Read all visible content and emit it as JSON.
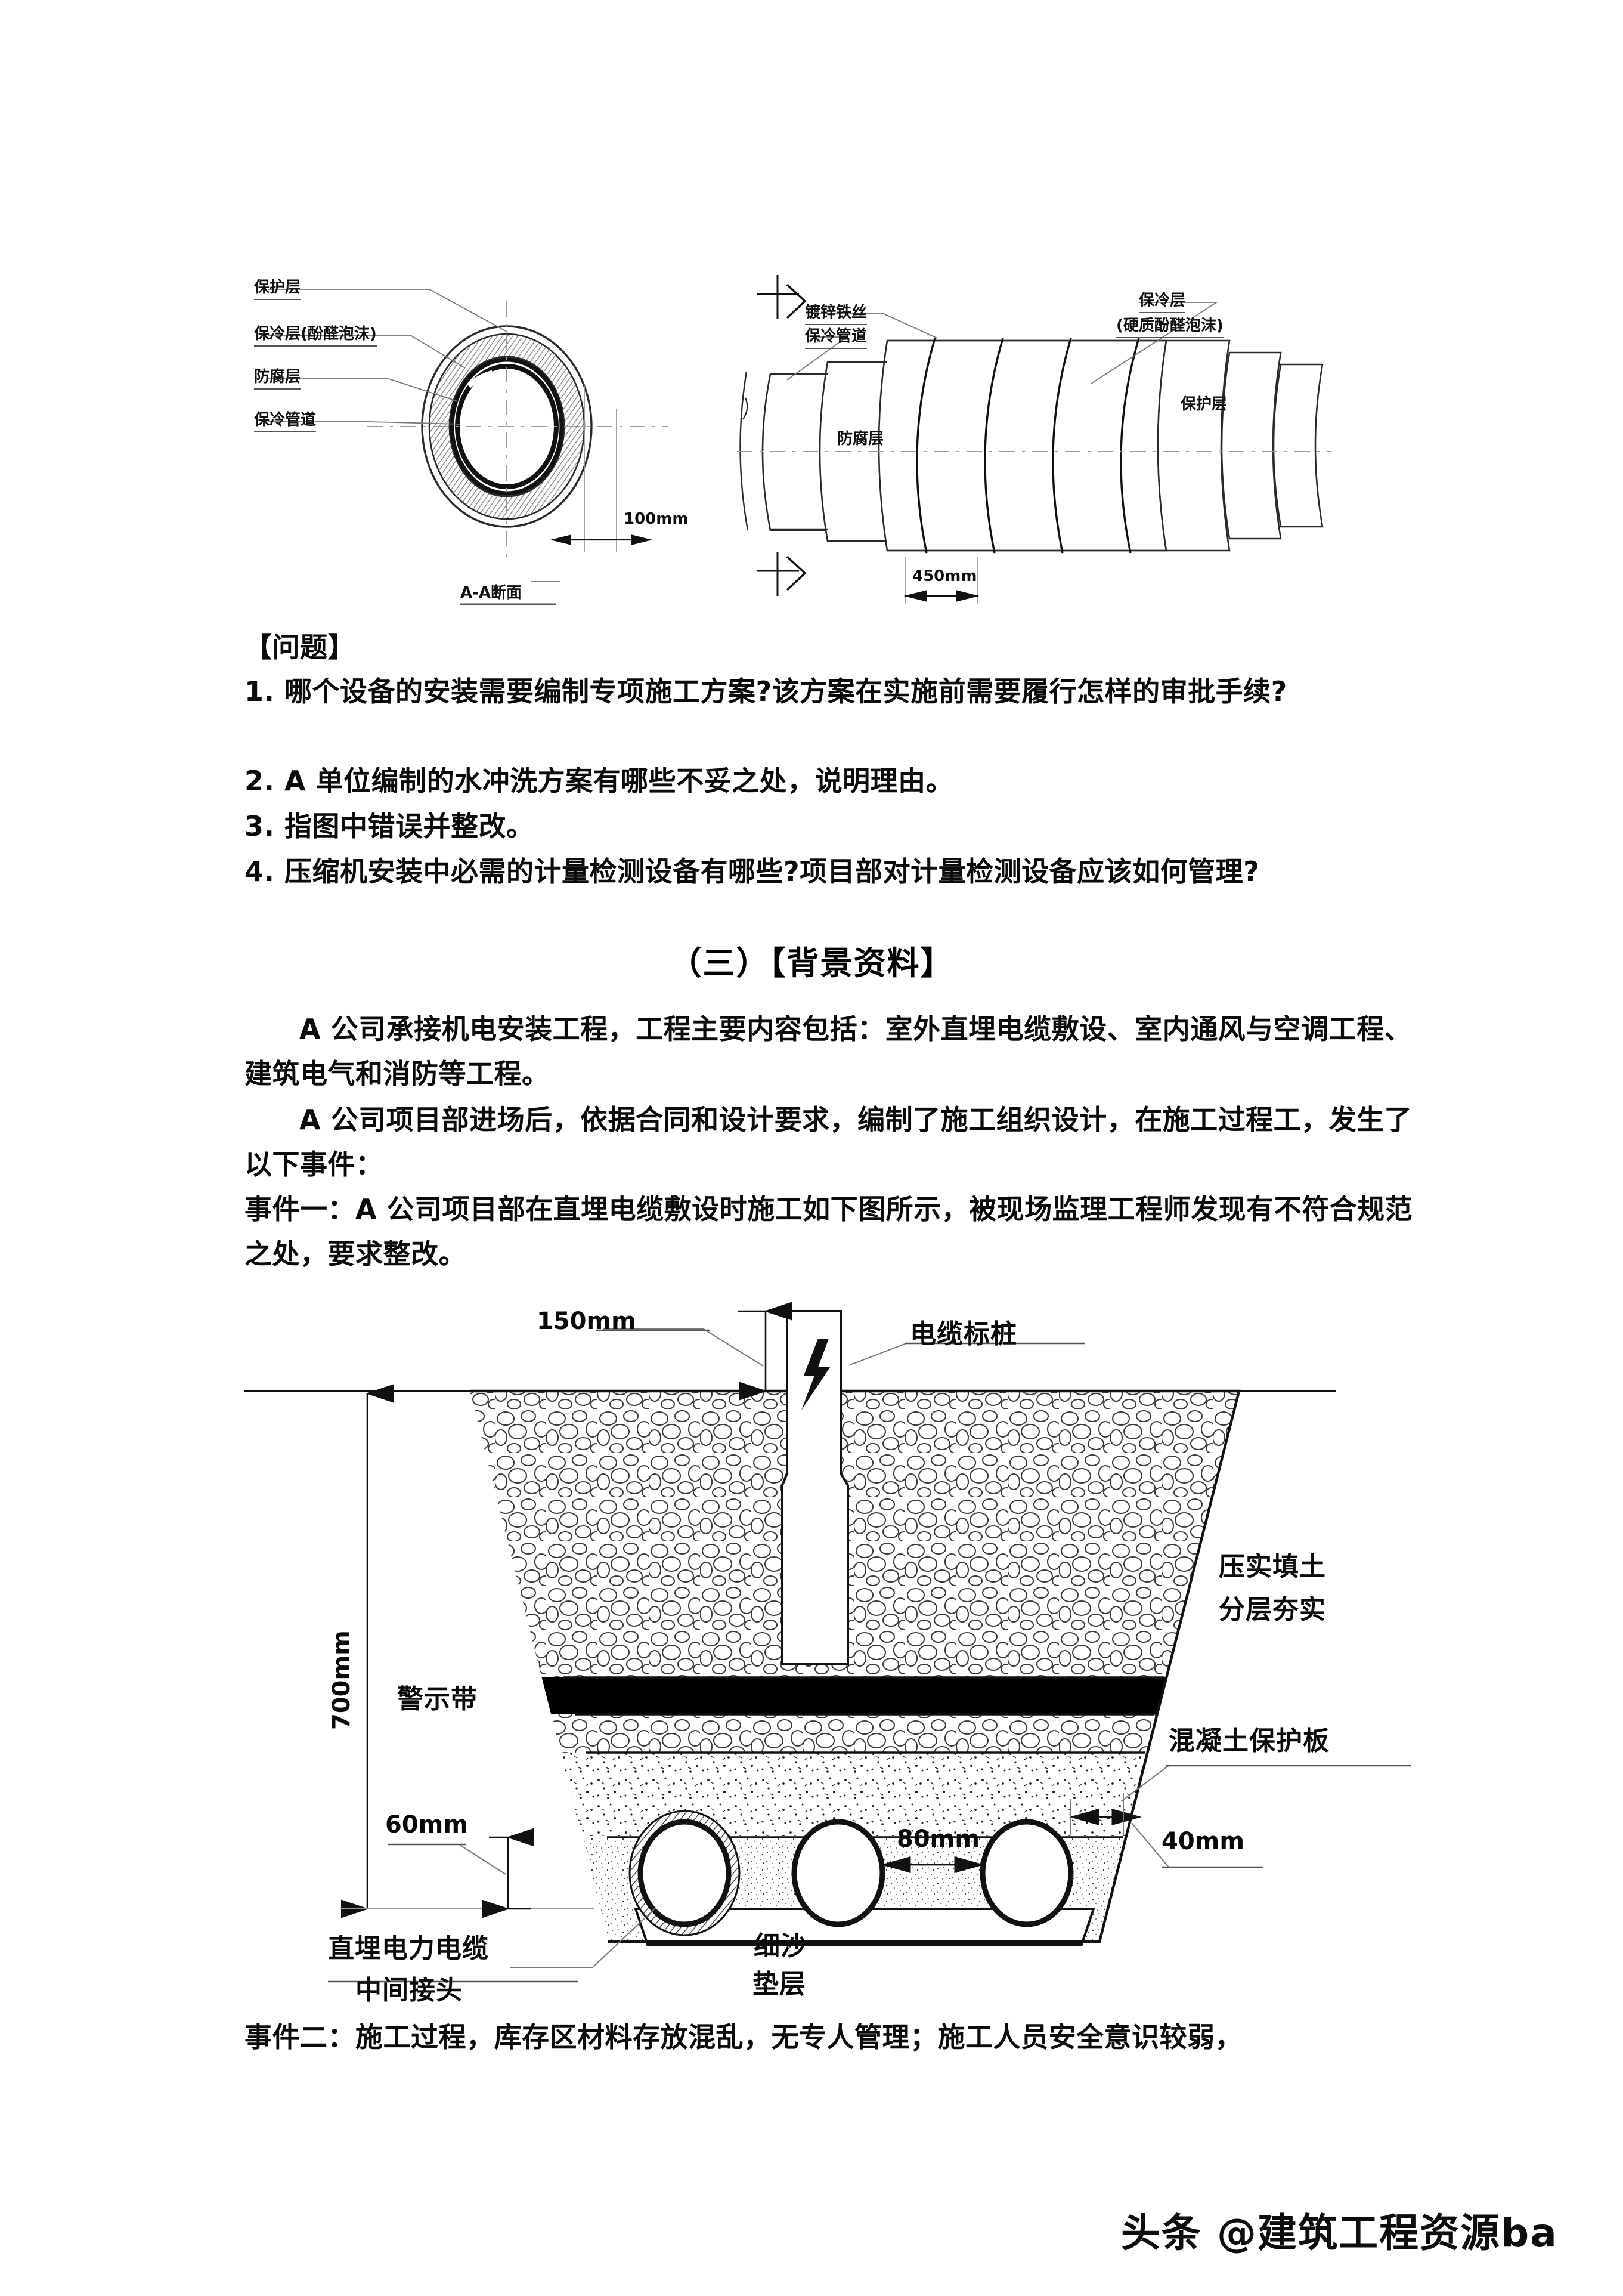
{
  "figure_pipe": {
    "caption": "A-A断面",
    "left_labels": [
      "保护层",
      "保冷层(酚醛泡沫)",
      "防腐层",
      "保冷管道"
    ],
    "dim_100": "100mm",
    "dim_450": "450mm",
    "section_mark": "A",
    "right_labels": {
      "wire": "镀锌铁丝",
      "pipe": "保冷管道",
      "anticorrosion": "防腐层",
      "cold_layer_title": "保冷层",
      "cold_layer_sub": "(硬质酚醛泡沫)",
      "protect": "保护层"
    }
  },
  "questions": {
    "heading": "【问题】",
    "items": [
      "1. 哪个设备的安装需要编制专项施工方案?该方案在实施前需要履行怎样的审批手续?",
      "2. A 单位编制的水冲洗方案有哪些不妥之处，说明理由。",
      "3. 指图中错误并整改。",
      "4. 压缩机安装中必需的计量检测设备有哪些?项目部对计量检测设备应该如何管理?"
    ]
  },
  "section": {
    "title": "（三）【背景资料】",
    "paragraphs": [
      "A 公司承接机电安装工程，工程主要内容包括：室外直埋电缆敷设、室内通风与空调工程、建筑电气和消防等工程。",
      "A 公司项目部进场后，依据合同和设计要求，编制了施工组织设计，在施工过程工，发生了以下事件："
    ],
    "event_one": "事件一：A 公司项目部在直埋电缆敷设时施工如下图所示，被现场监理工程师发现有不符合规范之处，要求整改。",
    "event_two": "事件二：施工过程，库存区材料存放混乱，无专人管理；施工人员安全意识较弱，"
  },
  "figure_trench": {
    "dim_150": "150mm",
    "dim_700": "700mm",
    "dim_60": "60mm",
    "dim_80": "80mm",
    "dim_40": "40mm",
    "label_marker_post": "电缆标桩",
    "label_compacted_1": "压实填土",
    "label_compacted_2": "分层夯实",
    "label_warning_tape": "警示带",
    "label_concrete_plate": "混凝土保护板",
    "label_direct_cable_1": "直埋电力电缆",
    "label_direct_cable_2": "中间接头",
    "label_fine_sand": "细沙",
    "label_bedding": "垫层"
  },
  "watermark": {
    "text": "头条 @建筑工程资源ba"
  }
}
